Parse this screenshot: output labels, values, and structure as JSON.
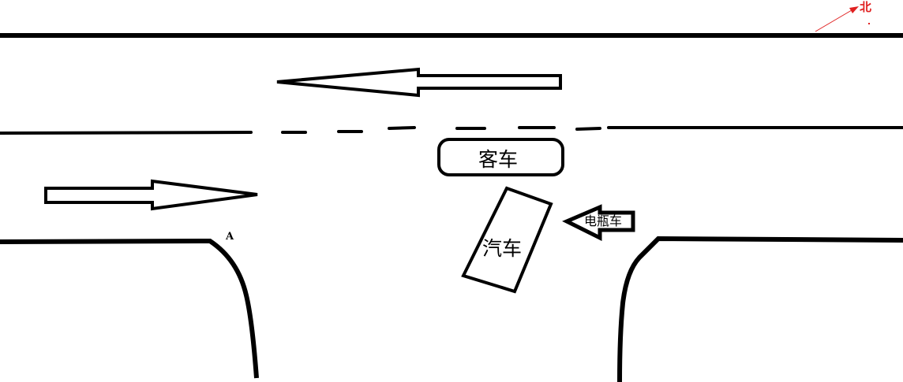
{
  "diagram": {
    "title": "",
    "labels": {
      "bus": "客车",
      "car": "汽车",
      "ebike": "电瓶车",
      "point_a": "A",
      "north": "北"
    },
    "colors": {
      "line": "#000000",
      "north_indicator": "#e02020",
      "background": "#ffffff"
    },
    "elements": [
      {
        "id": "road-edge-north",
        "type": "solid-line"
      },
      {
        "id": "center-line",
        "type": "dashed-then-solid-line"
      },
      {
        "id": "westbound-arrow",
        "type": "arrow",
        "direction": "west"
      },
      {
        "id": "eastbound-arrow",
        "type": "arrow",
        "direction": "east"
      },
      {
        "id": "bus",
        "type": "vehicle",
        "label_key": "bus"
      },
      {
        "id": "car",
        "type": "vehicle",
        "label_key": "car",
        "orientation": "rotated"
      },
      {
        "id": "ebike-arrow",
        "type": "arrow",
        "direction": "west",
        "label_key": "ebike"
      },
      {
        "id": "southwest-curb",
        "type": "curved-road-edge",
        "marker": "A"
      },
      {
        "id": "southeast-curb",
        "type": "curved-road-edge"
      },
      {
        "id": "north-indicator",
        "type": "compass",
        "label_key": "north"
      }
    ]
  }
}
